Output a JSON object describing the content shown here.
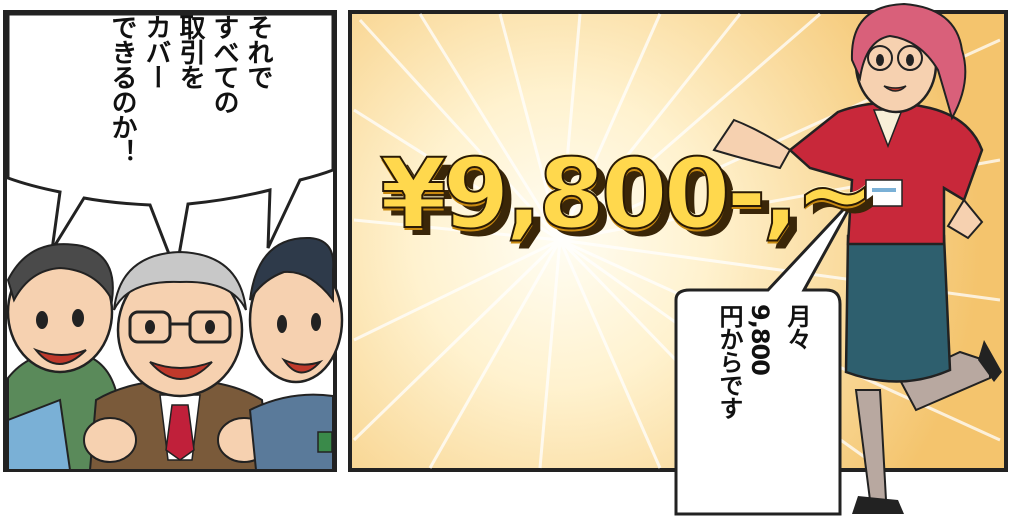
{
  "panels": {
    "left": {
      "speech_lines": [
        "それで",
        "すべての",
        "取引を",
        "カバー",
        "できるのか！"
      ]
    },
    "right": {
      "price": "¥9,800-,~",
      "speech_lines": [
        "月々",
        "9,800",
        "円からです"
      ]
    }
  },
  "colors": {
    "panel_border": "#222222",
    "burst_bg": "#f6cf7f",
    "burst_center": "#fff8e0",
    "price_gold": "#ffd84d",
    "jacket_red": "#c8283a",
    "skirt_teal": "#2e5f6e",
    "hair_pink": "#d9607a"
  }
}
